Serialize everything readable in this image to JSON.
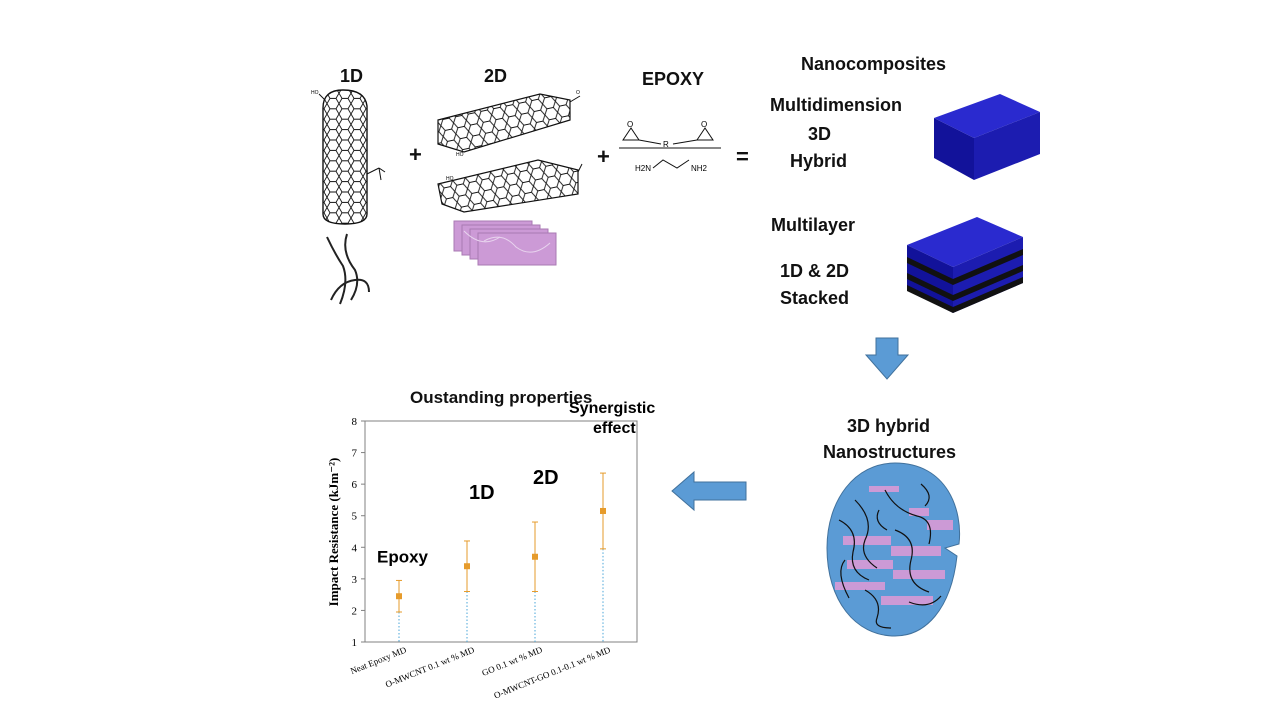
{
  "components": {
    "one_d": "1D",
    "two_d": "2D",
    "epoxy": "EPOXY",
    "plus": "+",
    "equals": "="
  },
  "molecule": {
    "ring_left": "O",
    "ring_mid": "R",
    "ring_right": "O",
    "amine_left": "H2N",
    "amine_right": "NH2",
    "oh": "HO",
    "acid": "O"
  },
  "nanocomposites": {
    "title": "Nanocomposites",
    "multidimension": "Multidimension",
    "three_d": "3D",
    "hybrid": "Hybrid",
    "multilayer": "Multilayer",
    "stacked_line1": "1D & 2D",
    "stacked_line2": "Stacked"
  },
  "hybrid_nano": {
    "line1": "3D hybrid",
    "line2": "Nanostructures"
  },
  "properties_title": "Oustanding properties",
  "colors": {
    "block_blue": "#1c1cb0",
    "arrow_blue": "#5b9bd5",
    "ellipse_blue": "#5b9bd5",
    "marker_orange": "#e69b2b",
    "sheet_pink": "#cc9ad6"
  },
  "chart_data": {
    "type": "scatter",
    "ylabel": "Impact Resistance (kJm⁻²)",
    "xlabel": "",
    "ylim": [
      1,
      8
    ],
    "yticks": [
      "1",
      "2",
      "3",
      "4",
      "5",
      "6",
      "7",
      "8"
    ],
    "categories": [
      "Neat Epoxy MD",
      "O-MWCNT 0.1 wt % MD",
      "GO 0.1 wt % MD",
      "O-MWCNT-GO 0.1-0.1 wt % MD"
    ],
    "values": [
      2.45,
      3.4,
      3.7,
      5.15
    ],
    "errors": [
      0.5,
      0.8,
      1.1,
      1.2
    ],
    "annotations": [
      "Epoxy",
      "1D",
      "2D",
      "Synergistic effect"
    ]
  }
}
